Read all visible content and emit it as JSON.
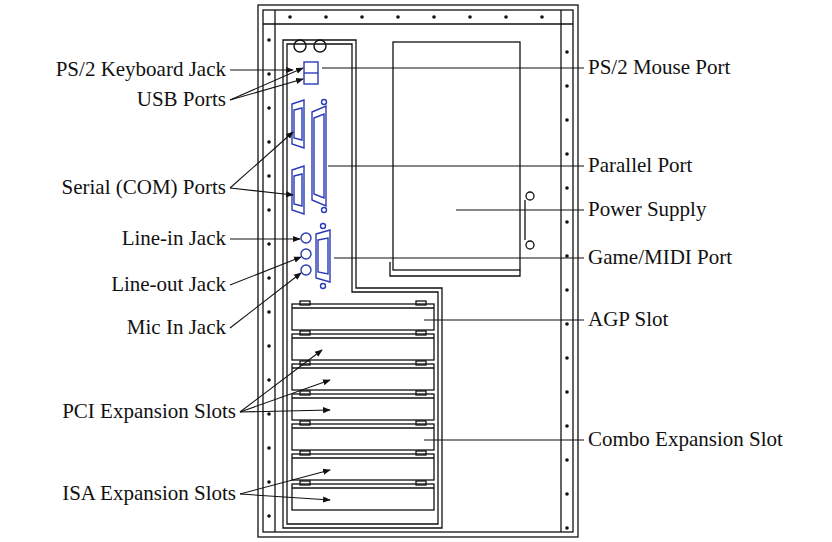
{
  "diagram": {
    "labels": [
      "PS/2 Keyboard Jack",
      "USB Ports",
      "Serial (COM) Ports",
      "Line-in Jack",
      "Line-out Jack",
      "Mic In Jack",
      "PCI Expansion Slots",
      "ISA Expansion Slots",
      "PS/2 Mouse Port",
      "Parallel Port",
      "Power Supply",
      "Game/MIDI Port",
      "AGP Slot",
      "Combo Expansion Slot"
    ]
  }
}
